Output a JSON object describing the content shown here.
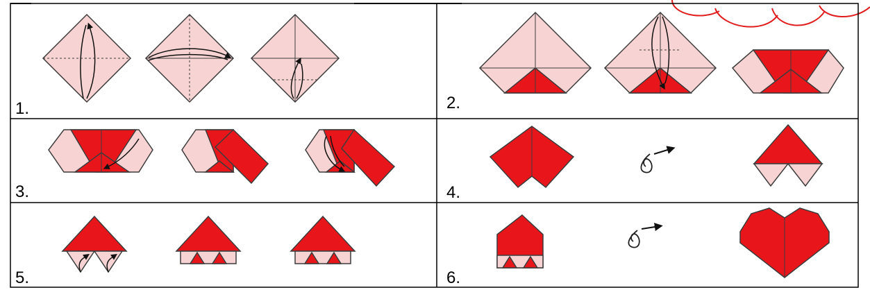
{
  "figure": {
    "subject": "Origami heart folding instructions",
    "cells": [
      {
        "step": "1.",
        "content": "pink square folded on both diagonals, then bottom corner to center"
      },
      {
        "step": "2.",
        "content": "bottom corner folded up to center, top corner folded down"
      },
      {
        "step": "3.",
        "content": "side corners folded along center line"
      },
      {
        "step": "4.",
        "content": "model turned over"
      },
      {
        "step": "5.",
        "content": "bottom points folded up"
      },
      {
        "step": "6.",
        "content": "model turned over, finished heart"
      }
    ]
  },
  "colors": {
    "paper_back": "#f8d3d3",
    "paper_front": "#e8161b",
    "outline": "#3c3c3c",
    "cloud": "#e11c1c",
    "grid": "#000000"
  },
  "icons": [
    "fold-arrow-icon",
    "turn-over-icon"
  ]
}
